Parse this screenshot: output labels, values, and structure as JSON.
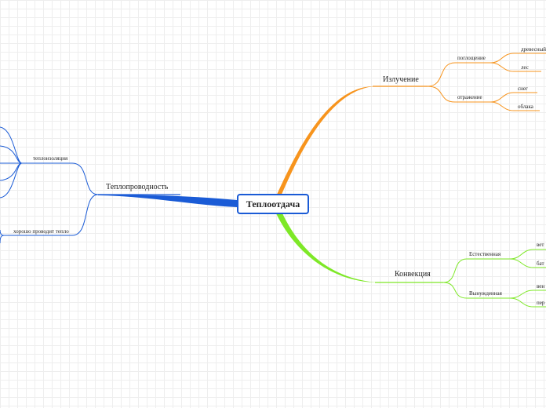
{
  "root": {
    "label": "Теплоотдача"
  },
  "branches": {
    "radiation": {
      "label": "Излучение",
      "color": "#f7941d",
      "children": [
        {
          "label": "поглощение",
          "leaves": [
            "древесный",
            "лес"
          ]
        },
        {
          "label": "отражение",
          "leaves": [
            "снег",
            "облака"
          ]
        }
      ]
    },
    "convection": {
      "label": "Конвекция",
      "color": "#7ee827",
      "children": [
        {
          "label": "Естественная",
          "leaves": [
            "вет",
            "бат"
          ]
        },
        {
          "label": "Вынужденная",
          "leaves": [
            "вен",
            "пер"
          ]
        }
      ]
    },
    "conduction": {
      "label": "Теплопроводность",
      "color": "#1a5bd6",
      "children": [
        {
          "label": "теплоизоляция"
        },
        {
          "label": "хорошо проводит тепло"
        }
      ]
    }
  }
}
